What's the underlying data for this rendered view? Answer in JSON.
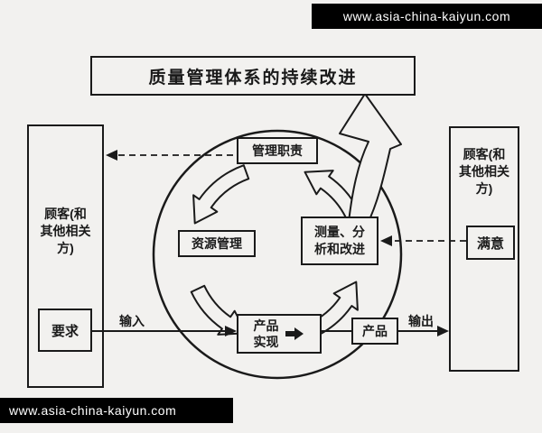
{
  "colors": {
    "ink": "#1a1a1a",
    "background": "#f2f1ef",
    "bar_background": "#000000",
    "bar_text": "#ffffff"
  },
  "watermarks": {
    "top": "www.asia-china-kaiyun.com",
    "bottom": "www.asia-china-kaiyun.com"
  },
  "title": "质量管理体系的持续改进",
  "left_party": {
    "lines": [
      "顾客(和",
      "其他相关",
      "方)"
    ],
    "requirements_label": "要求"
  },
  "right_party": {
    "lines": [
      "顾客(和",
      "其他相关",
      "方)"
    ],
    "satisfaction_label": "满意"
  },
  "process_cycle": {
    "management": "管理职责",
    "resources": "资源管理",
    "measurement_lines": [
      "测量、分",
      "析和改进"
    ],
    "realization_lines": [
      "产品",
      "实现"
    ]
  },
  "flows": {
    "input_label": "输入",
    "output_label": "输出",
    "product_label": "产品"
  }
}
